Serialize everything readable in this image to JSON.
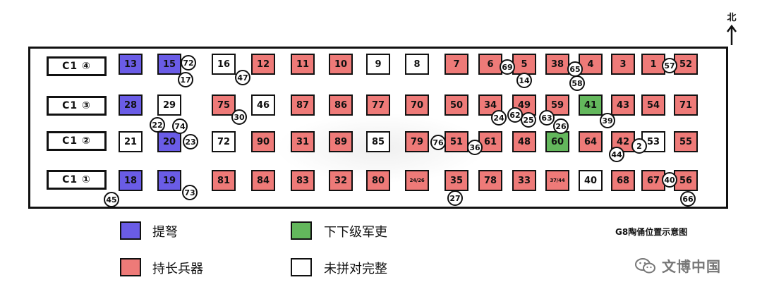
{
  "compass": {
    "label": "北",
    "icon": "north-arrow-icon"
  },
  "rows": [
    {
      "c1_label": "C1 ④",
      "cells": [
        {
          "label": "13",
          "type": "blue"
        },
        {
          "label": "15",
          "type": "blue"
        },
        {
          "label": "16",
          "type": "white"
        },
        {
          "label": "12",
          "type": "red"
        },
        {
          "label": "11",
          "type": "red"
        },
        {
          "label": "10",
          "type": "red"
        },
        {
          "label": "9",
          "type": "white"
        },
        {
          "label": "8",
          "type": "white"
        },
        {
          "label": "7",
          "type": "red"
        },
        {
          "label": "6",
          "type": "red"
        },
        {
          "label": "5",
          "type": "red"
        },
        {
          "label": "38",
          "type": "red"
        },
        {
          "label": "4",
          "type": "red"
        },
        {
          "label": "3",
          "type": "red"
        },
        {
          "label": "1",
          "type": "red"
        },
        {
          "label": "52",
          "type": "red"
        }
      ]
    },
    {
      "c1_label": "C1 ③",
      "cells": [
        {
          "label": "28",
          "type": "blue"
        },
        {
          "label": "29",
          "type": "white"
        },
        {
          "label": "75",
          "type": "red"
        },
        {
          "label": "46",
          "type": "white"
        },
        {
          "label": "87",
          "type": "red"
        },
        {
          "label": "86",
          "type": "red"
        },
        {
          "label": "77",
          "type": "red"
        },
        {
          "label": "70",
          "type": "red"
        },
        {
          "label": "50",
          "type": "red"
        },
        {
          "label": "34",
          "type": "red"
        },
        {
          "label": "49",
          "type": "red"
        },
        {
          "label": "59",
          "type": "red"
        },
        {
          "label": "41",
          "type": "green"
        },
        {
          "label": "43",
          "type": "red"
        },
        {
          "label": "54",
          "type": "red"
        },
        {
          "label": "71",
          "type": "red"
        }
      ]
    },
    {
      "c1_label": "C1 ②",
      "cells": [
        {
          "label": "21",
          "type": "white"
        },
        {
          "label": "20",
          "type": "blue"
        },
        {
          "label": "72",
          "type": "white"
        },
        {
          "label": "90",
          "type": "red"
        },
        {
          "label": "31",
          "type": "red"
        },
        {
          "label": "89",
          "type": "red"
        },
        {
          "label": "85",
          "type": "white"
        },
        {
          "label": "79",
          "type": "red"
        },
        {
          "label": "51",
          "type": "red"
        },
        {
          "label": "61",
          "type": "red"
        },
        {
          "label": "48",
          "type": "red"
        },
        {
          "label": "60",
          "type": "green"
        },
        {
          "label": "64",
          "type": "red"
        },
        {
          "label": "42",
          "type": "red"
        },
        {
          "label": "53",
          "type": "white"
        },
        {
          "label": "55",
          "type": "red"
        }
      ]
    },
    {
      "c1_label": "C1 ①",
      "cells": [
        {
          "label": "18",
          "type": "blue"
        },
        {
          "label": "19",
          "type": "blue"
        },
        {
          "label": "81",
          "type": "red"
        },
        {
          "label": "84",
          "type": "red"
        },
        {
          "label": "83",
          "type": "red"
        },
        {
          "label": "32",
          "type": "red"
        },
        {
          "label": "80",
          "type": "red"
        },
        {
          "label": "24/26",
          "type": "red"
        },
        {
          "label": "35",
          "type": "red"
        },
        {
          "label": "78",
          "type": "red"
        },
        {
          "label": "33",
          "type": "red"
        },
        {
          "label": "37/44",
          "type": "red"
        },
        {
          "label": "40",
          "type": "white"
        },
        {
          "label": "68",
          "type": "red"
        },
        {
          "label": "67",
          "type": "red"
        },
        {
          "label": "56",
          "type": "red"
        }
      ]
    }
  ],
  "markers": [
    "72",
    "17",
    "47",
    "69",
    "14",
    "65",
    "58",
    "57",
    "30",
    "22",
    "74",
    "24",
    "62",
    "25",
    "63",
    "26",
    "39",
    "23",
    "76",
    "36",
    "44",
    "2",
    "45",
    "73",
    "27",
    "40",
    "66"
  ],
  "legend": [
    {
      "label": "提弩",
      "type": "blue"
    },
    {
      "label": "下下级军吏",
      "type": "green"
    },
    {
      "label": "持长兵器",
      "type": "red"
    },
    {
      "label": "未拼对完整",
      "type": "white"
    }
  ],
  "caption": "G8陶俑位置示意图",
  "brand": {
    "name": "文博中国",
    "icon": "wechat-icon"
  },
  "colors": {
    "blue": "#6a5ce6",
    "red": "#ee7a78",
    "green": "#63b75c",
    "white": "#ffffff",
    "frame": "#111111"
  }
}
